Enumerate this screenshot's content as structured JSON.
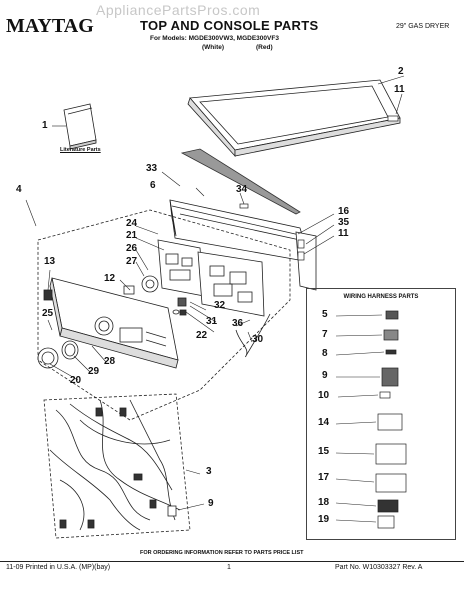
{
  "watermark": "AppliancePartsPros.com",
  "header": {
    "brand": "MAYTAG",
    "title": "TOP AND CONSOLE PARTS",
    "doc_type": "29\" GAS DRYER",
    "models": "For Models: MGDE300VW3, MGDE300VF3",
    "color_white": "(White)",
    "color_red": "(Red)"
  },
  "literature_label": "Literature Parts",
  "wiring_harness": {
    "title": "WIRING HARNESS PARTS",
    "items": [
      "5",
      "7",
      "8",
      "9",
      "10",
      "14",
      "15",
      "17",
      "18",
      "19"
    ]
  },
  "callouts": {
    "n1": "1",
    "n2": "2",
    "n3": "3",
    "n4": "4",
    "n6": "6",
    "n9": "9",
    "n11a": "11",
    "n11b": "11",
    "n12": "12",
    "n13": "13",
    "n16": "16",
    "n20": "20",
    "n21": "21",
    "n22": "22",
    "n24": "24",
    "n25": "25",
    "n26": "26",
    "n27": "27",
    "n28": "28",
    "n29": "29",
    "n30": "30",
    "n31": "31",
    "n32": "32",
    "n33": "33",
    "n34": "34",
    "n35": "35",
    "n36": "36"
  },
  "footer": {
    "ordering": "FOR ORDERING INFORMATION REFER TO PARTS PRICE LIST",
    "printed": "11-09 Printed in U.S.A. (MP)(bay)",
    "page": "1",
    "part_no": "Part No. W10303327 Rev. A"
  }
}
